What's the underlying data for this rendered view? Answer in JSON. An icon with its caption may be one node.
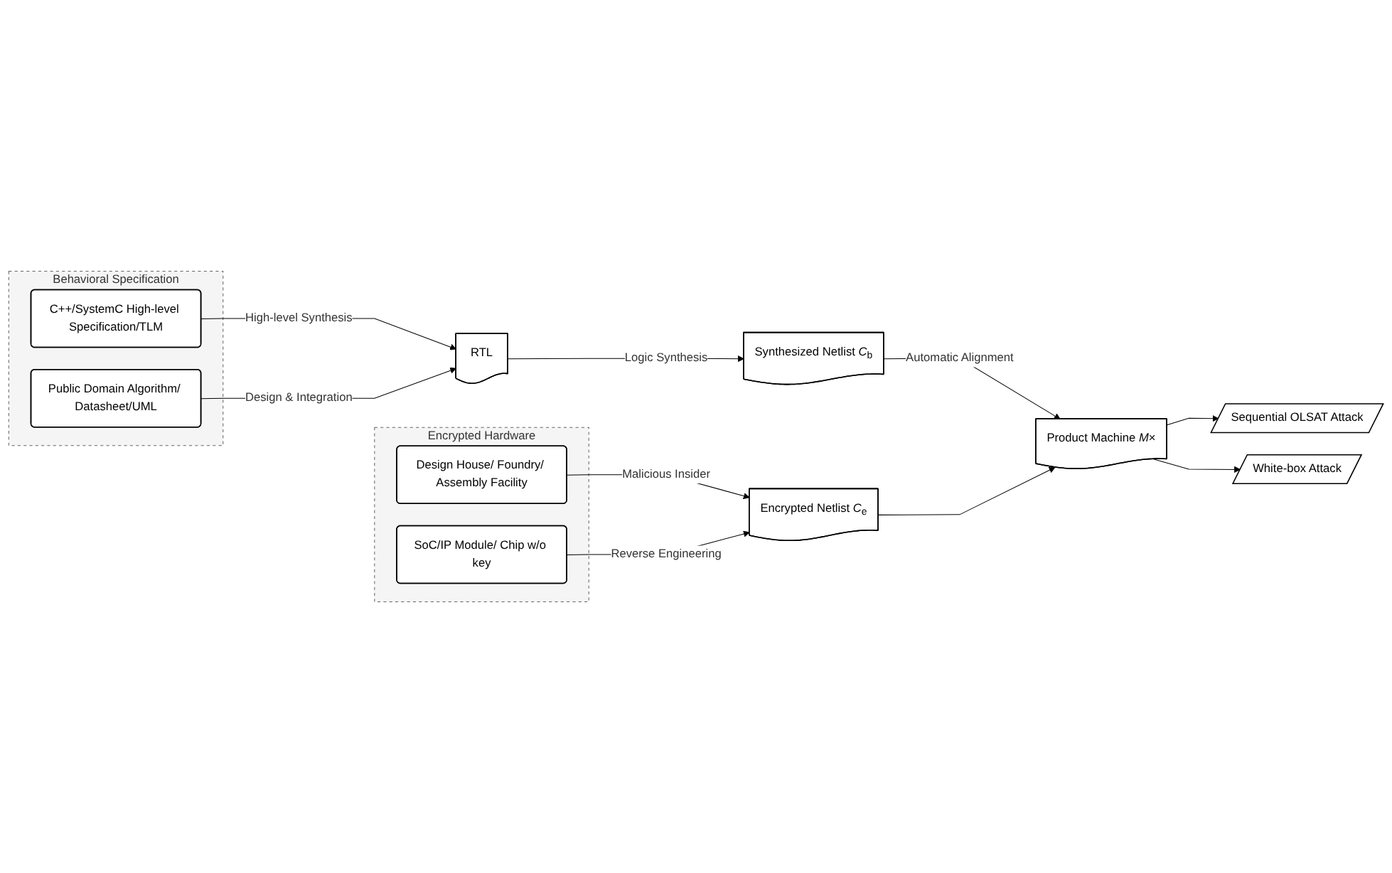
{
  "diagram": {
    "nodes": [
      {
        "text": [
          "Behavioral Specification"
        ]
      },
      {
        "text": [
          "C++/SystemC High-level Specification/TLM"
        ],
        "in": 0
      },
      {
        "text": [
          "Public Domain Algorithm/ Datasheet/UML"
        ],
        "in": 0
      },
      {
        "text": [
          "RTL"
        ]
      },
      {
        "text": [
          "Synthesized Netlist *C*$_{b}$"
        ]
      },
      {
        "text": [
          "Encrypted Hardware"
        ]
      },
      {
        "text": [
          "Design House/ Foundry/ Assembly Facility"
        ],
        "in": 5
      },
      {
        "text": [
          "SoC/IP Module/ Chip w/o key"
        ],
        "in": 5
      },
      {
        "text": [
          "Encrypted Netlist *C*$_{e}$"
        ]
      },
      {
        "text": [
          "Sequential OLSAT Attack"
        ]
      },
      {
        "text": [
          "Product Machine *M*×"
        ]
      },
      {
        "text": [
          "White-box Attack"
        ]
      }
    ],
    "edges": [
      {
        "from": 1,
        "to": 3,
        "arrow": "to",
        "label": "High-level Synthesis"
      },
      {
        "from": 2,
        "to": 3,
        "arrow": "to",
        "label": "Design & Integration"
      },
      {
        "from": 3,
        "to": 4,
        "arrow": "to",
        "label": "Logic Synthesis"
      },
      {
        "from": 6,
        "to": 8,
        "arrow": "to",
        "label": "Malicious Insider"
      },
      {
        "from": 7,
        "to": 8,
        "arrow": "to",
        "label": "Reverse Engineering"
      },
      {
        "from": 4,
        "to": 10,
        "arrow": "to",
        "label": "Automatic Alignment"
      },
      {
        "from": 8,
        "to": 10,
        "arrow": "to"
      },
      {
        "from": 10,
        "to": 9,
        "arrow": "to"
      },
      {
        "from": 10,
        "to": 11,
        "arrow": "to"
      }
    ]
  }
}
